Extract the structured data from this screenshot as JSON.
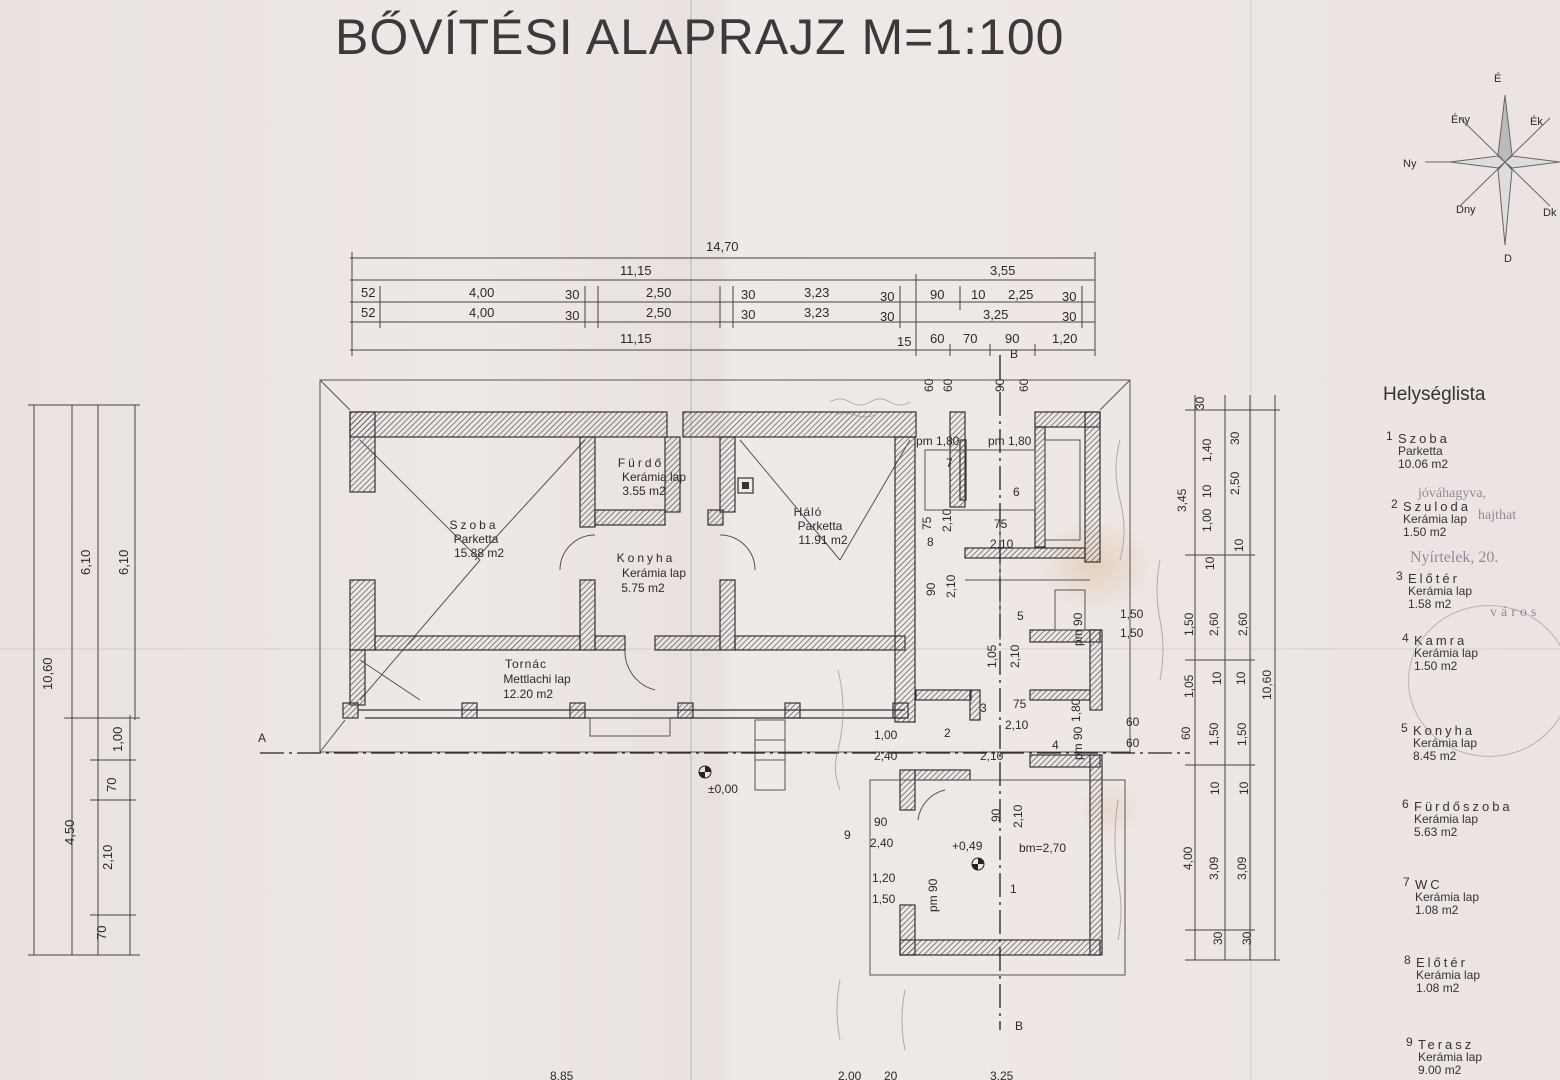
{
  "title": "BŐVÍTÉSI ALAPRAJZ M=1:100",
  "compass": {
    "n": "É",
    "s": "D",
    "w": "Ny",
    "nw": "Ény",
    "ne": "Ék",
    "sw": "Dny",
    "se": "Dk"
  },
  "dims_top": {
    "overall": "14,70",
    "left_total": "11,15",
    "right_total": "3,55",
    "row1": [
      "52",
      "4,00",
      "30",
      "2,50",
      "30",
      "3,23",
      "30",
      "90",
      "10",
      "2,25",
      "30"
    ],
    "row2": [
      "52",
      "4,00",
      "30",
      "2,50",
      "30",
      "3,23",
      "30",
      "3,25",
      "30"
    ],
    "row3_left": "11,15",
    "row3_right": [
      "15",
      "60",
      "70",
      "90",
      "1,20"
    ]
  },
  "dims_left": [
    "10,60",
    "6,10",
    "6,10",
    "4,50",
    "1,00",
    "70",
    "2,10",
    "70"
  ],
  "dims_right": [
    "30",
    "3,45",
    "1,40",
    "30",
    "10",
    "2,50",
    "1,00",
    "10",
    "10",
    "1,50",
    "2,60",
    "2,60",
    "10,60",
    "1,05",
    "10",
    "10",
    "60",
    "1,50",
    "1,50",
    "10",
    "10",
    "4,00",
    "3,09",
    "3,09",
    "30",
    "30"
  ],
  "rooms_plan": [
    {
      "name": "Szoba",
      "floor": "Parketta",
      "area": "15.88 m2"
    },
    {
      "name": "Fürdő",
      "floor": "Kerámia lap",
      "area": "3.55 m2"
    },
    {
      "name": "Konyha",
      "floor": "Kerámia lap",
      "area": "5.75 m2"
    },
    {
      "name": "Háló",
      "floor": "Parketta",
      "area": "11.91 m2"
    },
    {
      "name": "Tornác",
      "floor": "Mettlachi lap",
      "area": "12.20 m2"
    }
  ],
  "plan_labels": {
    "pm_left": "pm 1,80",
    "pm_right": "pm 1,80",
    "n1": "1",
    "n2": "2",
    "n3": "3",
    "n4": "4",
    "n5": "5",
    "n6": "6",
    "n7": "7",
    "n8": "8",
    "n9": "9",
    "d75a": "75",
    "d210a": "2,10",
    "d75b": "75",
    "d210b": "2,10",
    "d90a": "90",
    "d210c": "2,10",
    "d150a": "1,50",
    "d150b": "1,50",
    "pm90a": "pm 90",
    "d105": "1,05",
    "d210d": "2,10",
    "d75c": "75",
    "d210e": "2,10",
    "d180": "1,80",
    "d100": "1,00",
    "d240": "2,40",
    "d210f": "2,10",
    "pm90b": "pm 90",
    "d60a": "60",
    "d60b": "60",
    "level0": "±0,00",
    "level1": "+0,49",
    "bm": "bm=2,70",
    "t90": "90",
    "t240": "2,40",
    "t120": "1,20",
    "t150": "1,50",
    "pm90c": "pm 90",
    "d90b": "90",
    "d210g": "2,10",
    "sectA": "A",
    "sectB": "B",
    "sectB2": "B",
    "bottom1": "8,85",
    "bottom2": "2,00",
    "bottom3": "20",
    "bottom4": "3,25"
  },
  "legend": {
    "title": "Helységlista",
    "items": [
      {
        "num": "1",
        "name": "Szoba",
        "floor": "Parketta",
        "area": "10.06 m2"
      },
      {
        "num": "2",
        "name": "Szuloda",
        "floor": "Kerámia lap",
        "area": "1.50 m2"
      },
      {
        "num": "3",
        "name": "Előtér",
        "floor": "Kerámia lap",
        "area": "1.58 m2"
      },
      {
        "num": "4",
        "name": "Kamra",
        "floor": "Kerámia lap",
        "area": "1.50 m2"
      },
      {
        "num": "5",
        "name": "Konyha",
        "floor": "Kerámia lap",
        "area": "8.45 m2"
      },
      {
        "num": "6",
        "name": "Fürdőszoba",
        "floor": "Kerámia lap",
        "area": "5.63 m2"
      },
      {
        "num": "7",
        "name": "WC",
        "floor": "Kerámia lap",
        "area": "1.08 m2"
      },
      {
        "num": "8",
        "name": "Előtér",
        "floor": "Kerámia lap",
        "area": "1.08 m2"
      },
      {
        "num": "9",
        "name": "Terasz",
        "floor": "Kerámia lap",
        "area": "9.00 m2"
      }
    ]
  },
  "stamp": {
    "line1": "jóváhagyva,",
    "line2": "Nyírtelek, 20.",
    "line3": "hajthat",
    "line4": "város"
  }
}
